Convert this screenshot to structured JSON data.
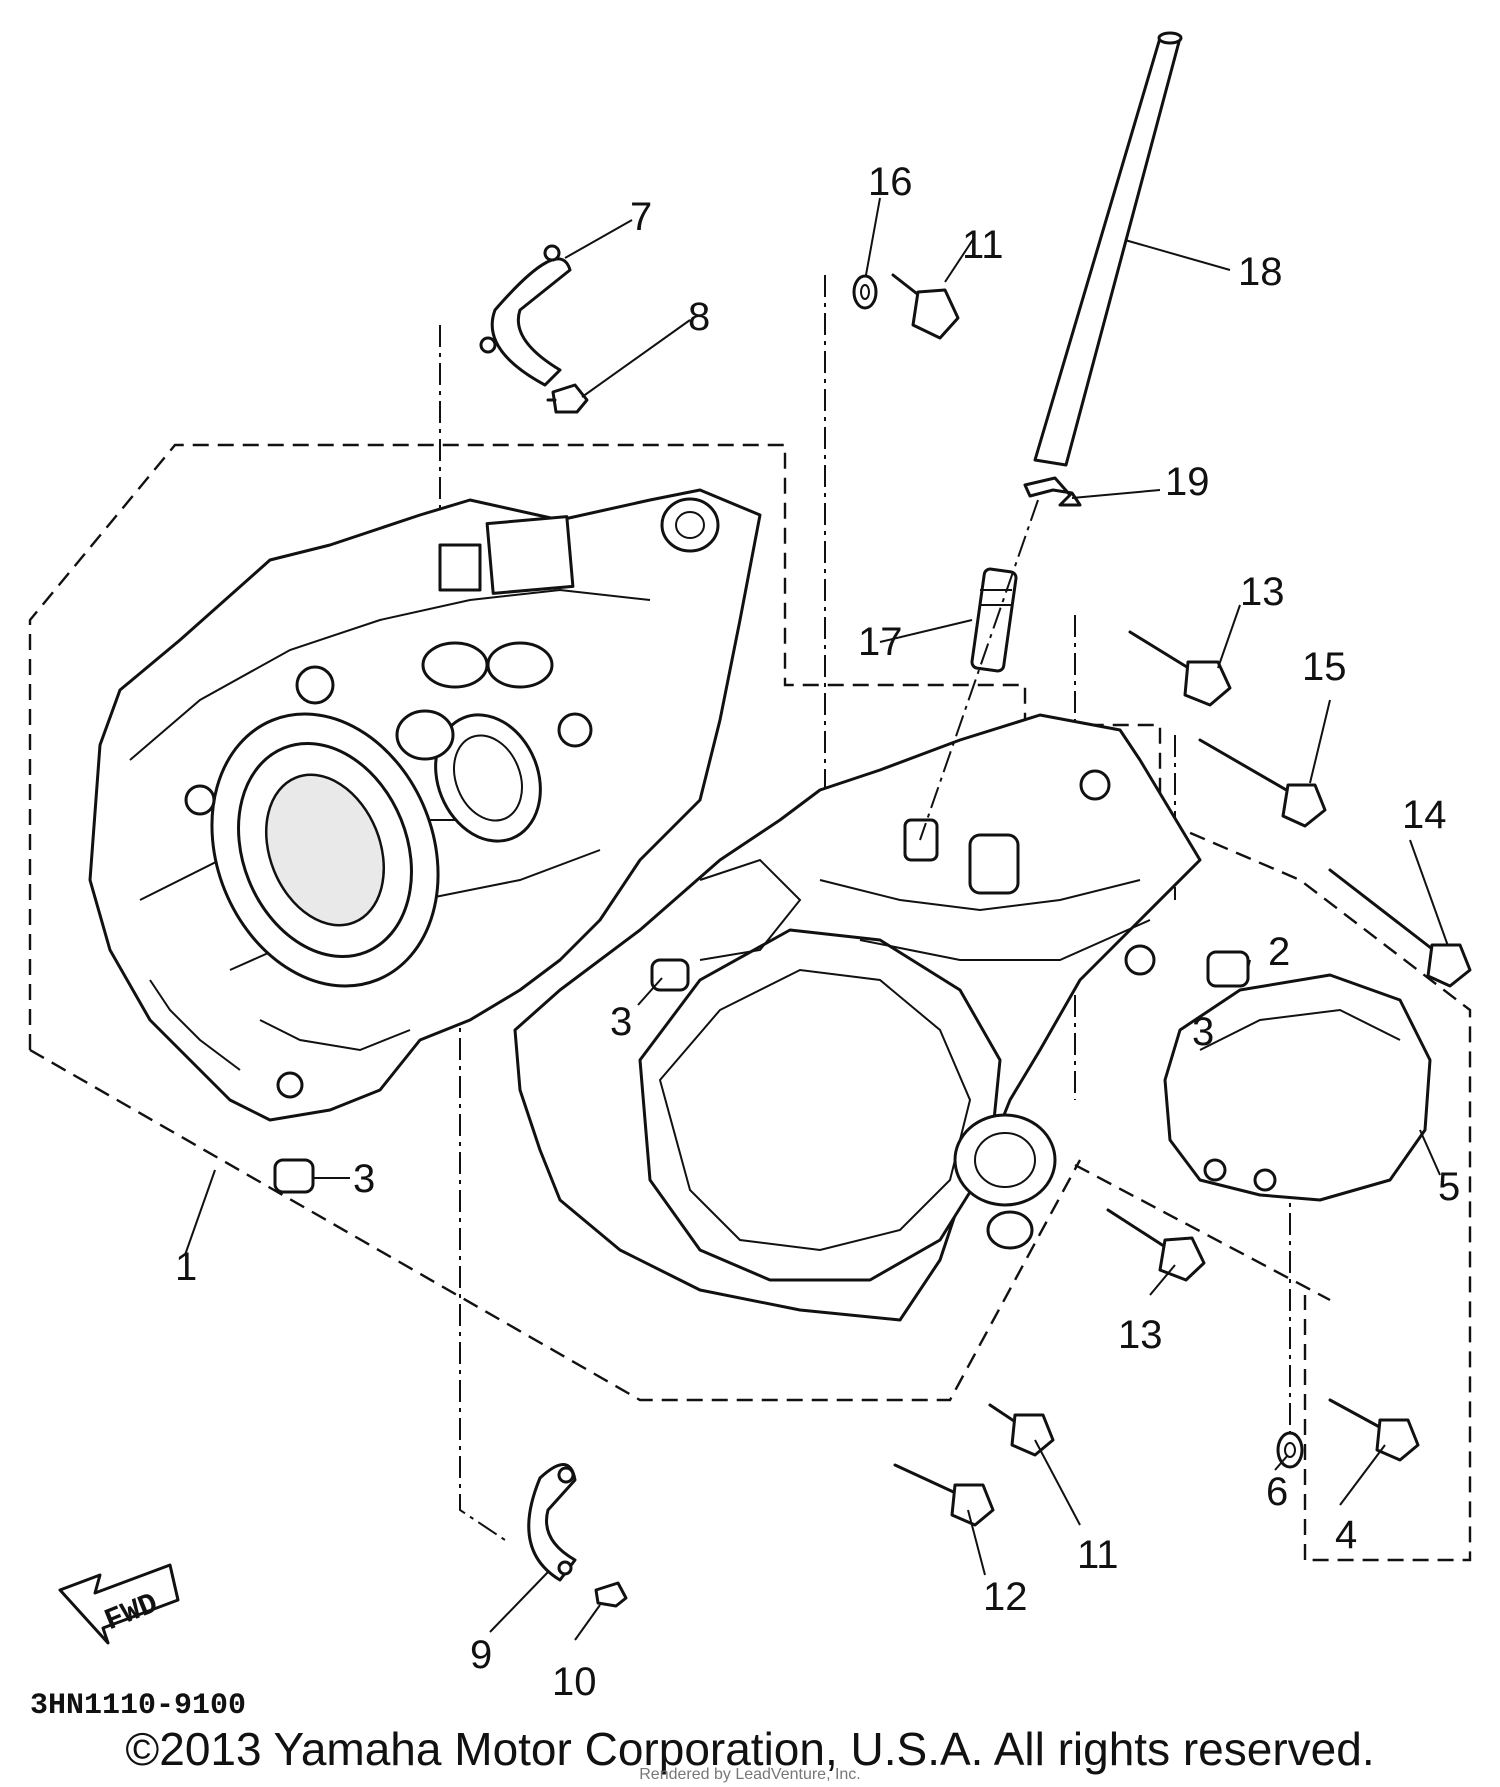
{
  "diagram": {
    "callouts": [
      "1",
      "2",
      "3",
      "3",
      "3",
      "4",
      "5",
      "6",
      "7",
      "8",
      "9",
      "10",
      "11",
      "11",
      "12",
      "13",
      "13",
      "14",
      "15",
      "16",
      "17",
      "18",
      "19"
    ],
    "fwd_label": "FWD",
    "part_code": "3HN1110-9100"
  },
  "footer": {
    "copyright": "©2013 Yamaha Motor Corporation, U.S.A. All rights reserved.",
    "rendered_by": "Rendered by LeadVenture, Inc."
  }
}
